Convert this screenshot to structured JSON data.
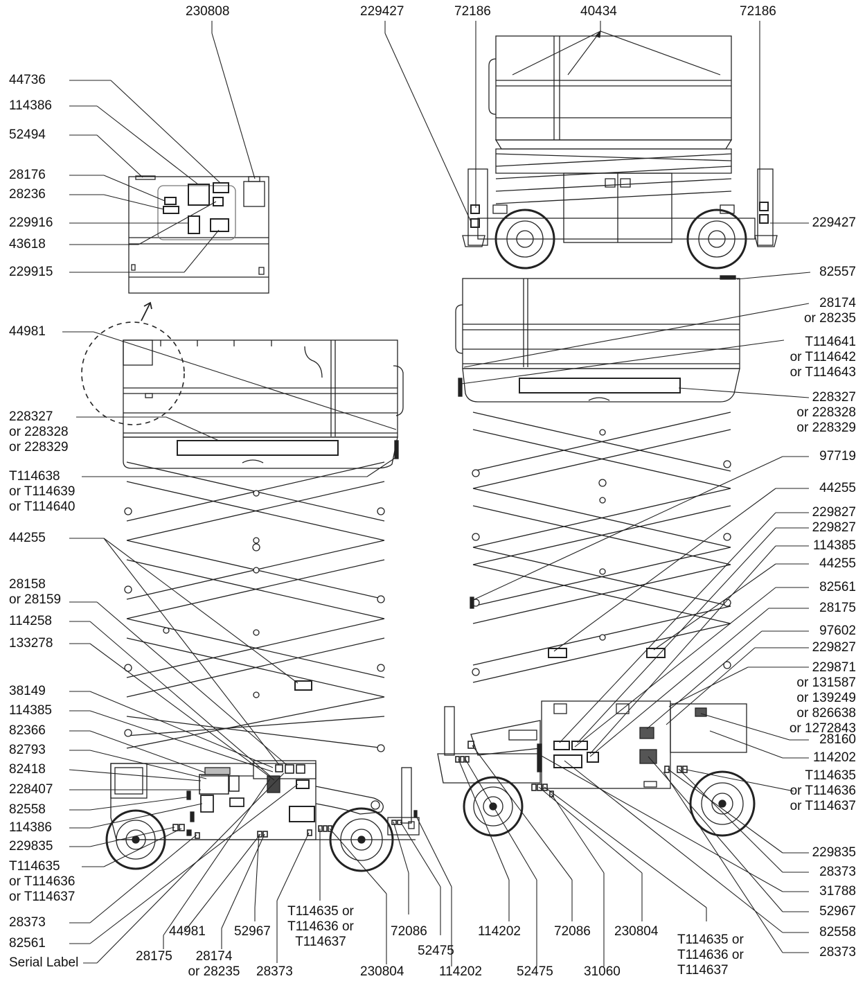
{
  "labels": {
    "top_230808": "230808",
    "top_229427": "229427",
    "top_72186_a": "72186",
    "top_40434": "40434",
    "top_72186_b": "72186",
    "l_44736": "44736",
    "l_114386_a": "114386",
    "l_52494": "52494",
    "l_28176": "28176",
    "l_28236": "28236",
    "l_229916": "229916",
    "l_43618": "43618",
    "l_229915": "229915",
    "l_44981": "44981",
    "l_228327": "228327\nor 228328\nor 228329",
    "l_T114638": "T114638\nor T114639\nor T114640",
    "l_44255": "44255",
    "l_28158": "28158\nor 28159",
    "l_114258": "114258",
    "l_133278": "133278",
    "l_38149": "38149",
    "l_114385": "114385",
    "l_82366": "82366",
    "l_82793": "82793",
    "l_82418": "82418",
    "l_228407": "228407",
    "l_82558": "82558",
    "l_114386_b": "114386",
    "l_229835": "229835",
    "l_T114635_a": "T114635\nor T114636\nor T114637",
    "l_28373_a": "28373",
    "l_82561_a": "82561",
    "l_serial": "Serial Label",
    "r_229427": "229427",
    "r_82557": "82557",
    "r_28174": "28174\nor 28235",
    "r_T114641": "T114641\nor T114642\nor T114643",
    "r_228327": "228327\nor 228328\nor 228329",
    "r_97719": "97719",
    "r_44255_a": "44255",
    "r_229827_a": "229827",
    "r_229827_b": "229827",
    "r_114385": "114385",
    "r_44255_b": "44255",
    "r_82561": "82561",
    "r_28175": "28175",
    "r_97602": "97602",
    "r_229827_c": "229827",
    "r_229871": "229871\nor 131587\nor 139249\nor 826638\nor 1272843",
    "r_28160": "28160",
    "r_114202": "114202",
    "r_T114635": "T114635\nor T114636\nor T114637",
    "r_229835": "229835",
    "r_28373_a": "28373",
    "r_31788": "31788",
    "r_52967": "52967",
    "r_82558": "82558",
    "r_28373_b": "28373",
    "b_28175": "28175",
    "b_44981": "44981",
    "b_28174": "28174\nor 28235",
    "b_52967": "52967",
    "b_28373": "28373",
    "b_T114635_a": "T114635 or\nT114636 or\nT114637",
    "b_230804_a": "230804",
    "b_72086_a": "72086",
    "b_52475_a": "52475",
    "b_114202_a": "114202",
    "b_114202_b": "114202",
    "b_52475_b": "52475",
    "b_72086_b": "72086",
    "b_31060": "31060",
    "b_230804_b": "230804",
    "b_T114635_b": "T114635 or\nT114636 or\nT114637"
  }
}
